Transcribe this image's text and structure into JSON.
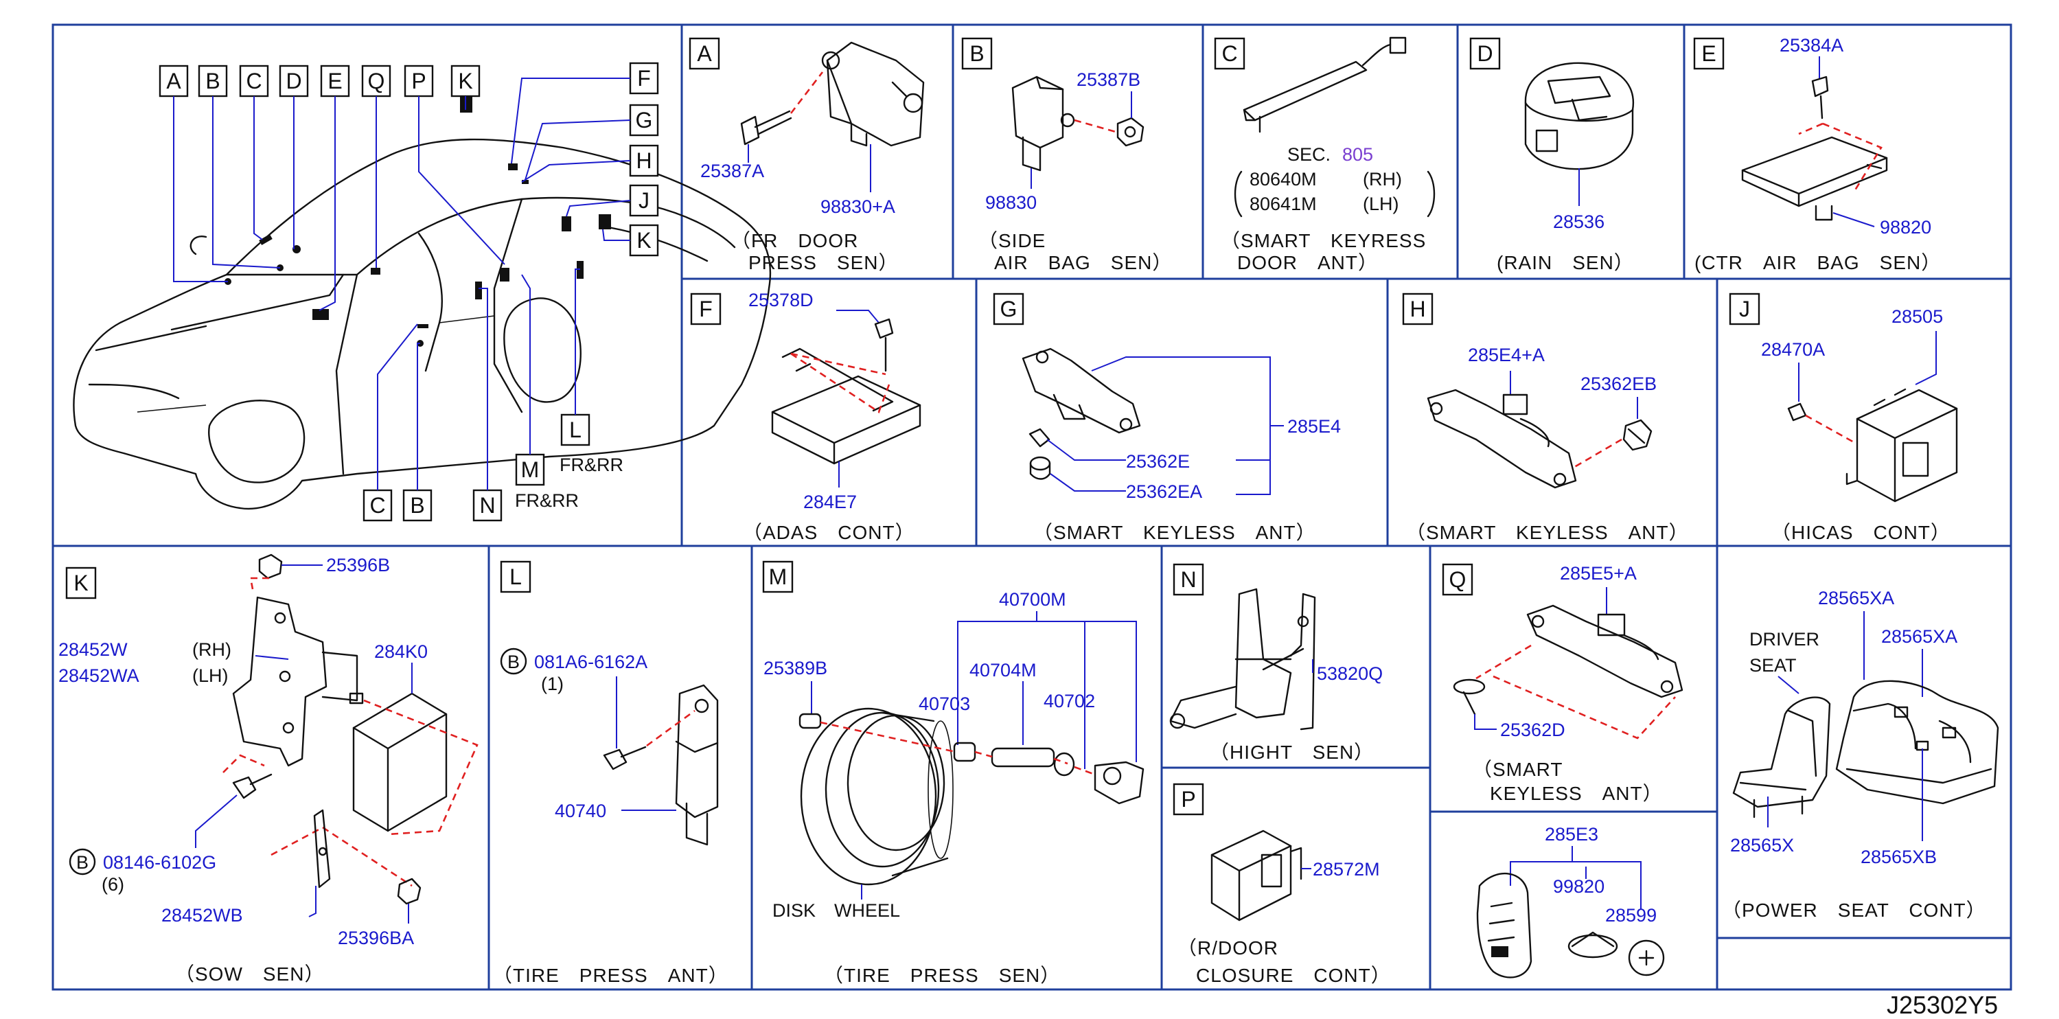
{
  "page_code": "J25302Y5",
  "car_overview": {
    "callouts_top": [
      "A",
      "B",
      "C",
      "D",
      "E",
      "Q",
      "P",
      "K"
    ],
    "callouts_right": [
      "F",
      "G",
      "H",
      "J",
      "K"
    ],
    "callouts_bottom": [
      "C",
      "B",
      "N",
      "M",
      "L"
    ],
    "fr_rr_1": "FR&RR",
    "fr_rr_2": "FR&RR"
  },
  "panels": {
    "A": {
      "letter": "A",
      "parts": [
        "25387A",
        "98830+A"
      ],
      "caption": [
        "（FR　DOOR",
        "PRESS　SEN）"
      ]
    },
    "B": {
      "letter": "B",
      "parts": [
        "25387B",
        "98830"
      ],
      "caption": [
        "（SIDE",
        "AIR　BAG　SEN）"
      ]
    },
    "C": {
      "letter": "C",
      "sec": "SEC.",
      "sec_num": "805",
      "rh": "80640M",
      "lh": "80641M",
      "rh_tag": "(RH)",
      "lh_tag": "(LH)",
      "caption": [
        "（SMART　KEYRESS",
        "DOOR　ANT）"
      ]
    },
    "D": {
      "letter": "D",
      "parts": [
        "28536"
      ],
      "caption": [
        "(RAIN　SEN）"
      ]
    },
    "E": {
      "letter": "E",
      "parts": [
        "25384A",
        "98820"
      ],
      "caption": [
        "(CTR　AIR　BAG　SEN）"
      ]
    },
    "F": {
      "letter": "F",
      "parts": [
        "25378D",
        "284E7"
      ],
      "caption": [
        "（ADAS　CONT）"
      ]
    },
    "G": {
      "letter": "G",
      "parts": [
        "285E4",
        "25362E",
        "25362EA"
      ],
      "caption": [
        "（SMART　KEYLESS　ANT）"
      ]
    },
    "H": {
      "letter": "H",
      "parts": [
        "285E4+A",
        "25362EB"
      ],
      "caption": [
        "（SMART　KEYLESS　ANT）"
      ]
    },
    "J": {
      "letter": "J",
      "parts": [
        "28470A",
        "28505"
      ],
      "caption": [
        "（HICAS　CONT）"
      ]
    },
    "K": {
      "letter": "K",
      "parts": [
        "25396B",
        "28452W",
        "28452WA",
        "284K0",
        "08146-6102G",
        "(6)",
        "28452WB",
        "25396BA"
      ],
      "rh": "(RH)",
      "lh": "(LH)",
      "bolt": "B",
      "caption": [
        "（SOW　SEN）"
      ]
    },
    "L": {
      "letter": "L",
      "parts": [
        "081A6-6162A",
        "(1)",
        "40740"
      ],
      "bolt": "B",
      "caption": [
        "（TIRE　PRESS　ANT）"
      ]
    },
    "M": {
      "letter": "M",
      "parts": [
        "40700M",
        "25389B",
        "40704M",
        "40703",
        "40702"
      ],
      "wheel": "DISK　WHEEL",
      "caption": [
        "（TIRE　PRESS　SEN）"
      ]
    },
    "N": {
      "letter": "N",
      "parts": [
        "53820Q"
      ],
      "caption": [
        "（HIGHT　SEN）"
      ]
    },
    "P": {
      "letter": "P",
      "parts": [
        "28572M"
      ],
      "caption": [
        "（R/DOOR",
        "CLOSURE　CONT）"
      ]
    },
    "Q": {
      "letter": "Q",
      "parts": [
        "285E5+A",
        "25362D"
      ],
      "caption": [
        "（SMART",
        "KEYLESS　ANT）"
      ]
    },
    "KEY": {
      "parts": [
        "285E3",
        "99820",
        "28599"
      ]
    },
    "SEAT": {
      "parts": [
        "28565XA",
        "28565XA",
        "28565X",
        "28565XB"
      ],
      "driver": "DRIVER",
      "seat": "SEAT",
      "caption": [
        "（POWER　SEAT　CONT）"
      ]
    }
  },
  "colors": {
    "frame": "#1f3f9c",
    "part": "#1a1acc",
    "line": "#111111",
    "dash": "#e02020",
    "sec_num": "#7a3fd0"
  }
}
